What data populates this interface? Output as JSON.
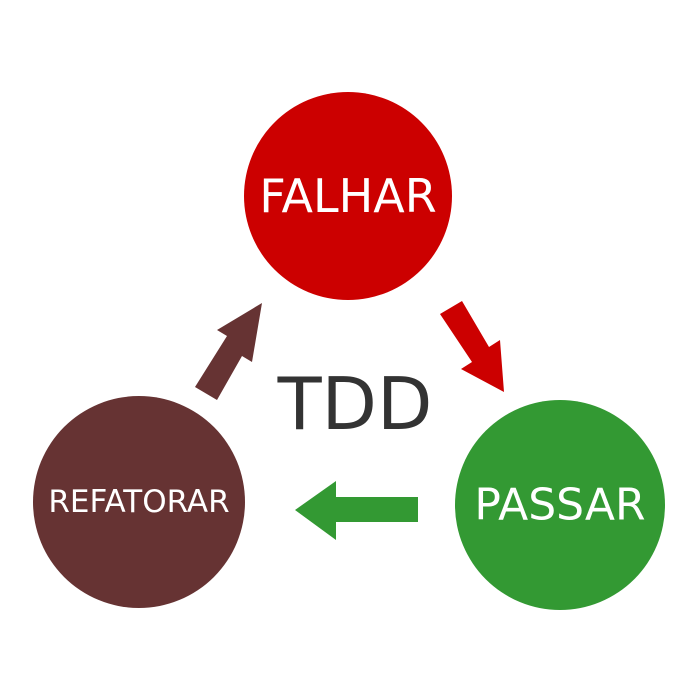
{
  "diagram": {
    "center_label": "TDD",
    "nodes": {
      "fail": {
        "label": "FALHAR",
        "color": "#cc0000"
      },
      "pass": {
        "label": "PASSAR",
        "color": "#339933"
      },
      "refactor": {
        "label": "REFATORAR",
        "color": "#663333"
      }
    },
    "arrows": {
      "fail_to_pass": {
        "color": "#cc0000"
      },
      "pass_to_refactor": {
        "color": "#339933"
      },
      "refactor_to_fail": {
        "color": "#663333"
      }
    }
  }
}
